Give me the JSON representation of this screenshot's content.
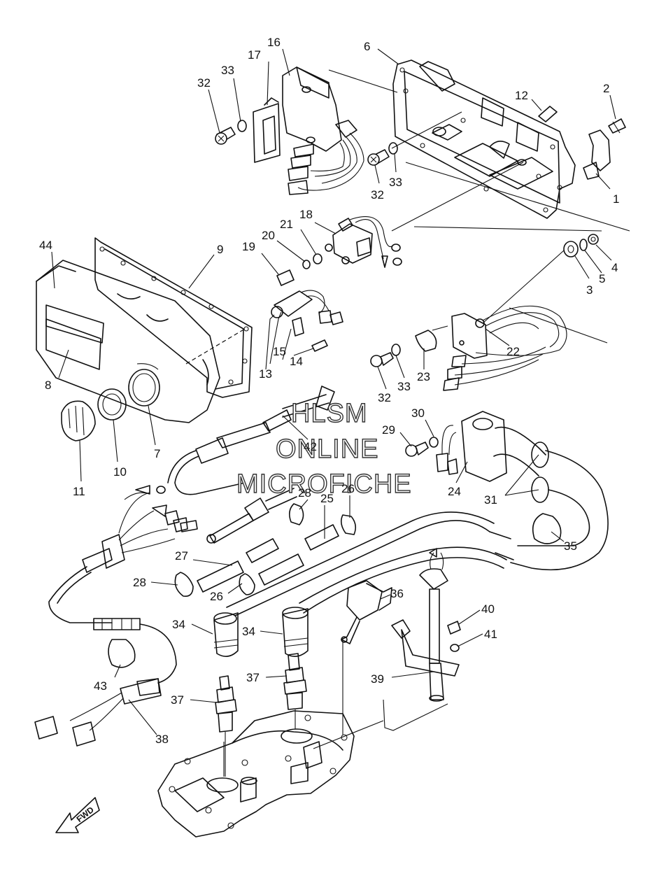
{
  "watermark": {
    "line1": "HLSM",
    "line2": "ONLINE",
    "line3": "MICROFICHE"
  },
  "direction_label": "FWD",
  "callouts": {
    "c1": "1",
    "c2": "2",
    "c3": "3",
    "c4": "4",
    "c5": "5",
    "c6": "6",
    "c7": "7",
    "c8": "8",
    "c9": "9",
    "c10": "10",
    "c11": "11",
    "c12": "12",
    "c13": "13",
    "c14": "14",
    "c15": "15",
    "c16": "16",
    "c17": "17",
    "c18": "18",
    "c19": "19",
    "c20": "20",
    "c21": "21",
    "c22": "22",
    "c23": "23",
    "c24": "24",
    "c25": "25",
    "c26a": "26",
    "c26b": "26",
    "c27": "27",
    "c28a": "28",
    "c28b": "28",
    "c29": "29",
    "c30": "30",
    "c31": "31",
    "c32a": "32",
    "c32b": "32",
    "c32c": "32",
    "c33a": "33",
    "c33b": "33",
    "c33c": "33",
    "c34a": "34",
    "c34b": "34",
    "c35": "35",
    "c36": "36",
    "c37a": "37",
    "c37b": "37",
    "c38": "38",
    "c39": "39",
    "c40": "40",
    "c41": "41",
    "c42": "42",
    "c43": "43",
    "c44": "44"
  },
  "colors": {
    "line": "#111111",
    "background": "#ffffff"
  }
}
